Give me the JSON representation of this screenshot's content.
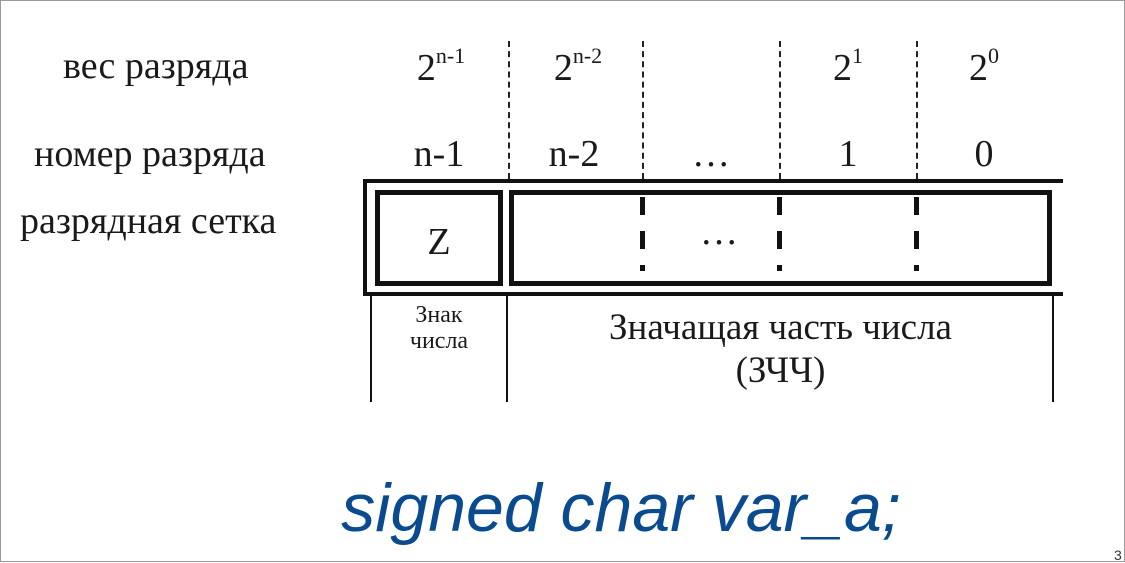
{
  "rows": {
    "weight_label": "вес разряда",
    "number_label": "номер разряда",
    "grid_label": "разрядная сетка"
  },
  "weights": [
    {
      "base": "2",
      "exp": "n-1"
    },
    {
      "base": "2",
      "exp": "n-2"
    },
    {
      "base": "2",
      "exp": "1"
    },
    {
      "base": "2",
      "exp": "0"
    }
  ],
  "numbers": [
    "n-1",
    "n-2",
    "…",
    "1",
    "0"
  ],
  "grid": {
    "sign_cell": "Z",
    "middle_ellipsis": "…"
  },
  "captions": {
    "sign_line1": "Знак",
    "sign_line2": "числа",
    "magnitude_line1": "Значащая часть числа",
    "magnitude_line2": "(ЗЧЧ)"
  },
  "code": "signed char var_a;",
  "page_number": "3"
}
